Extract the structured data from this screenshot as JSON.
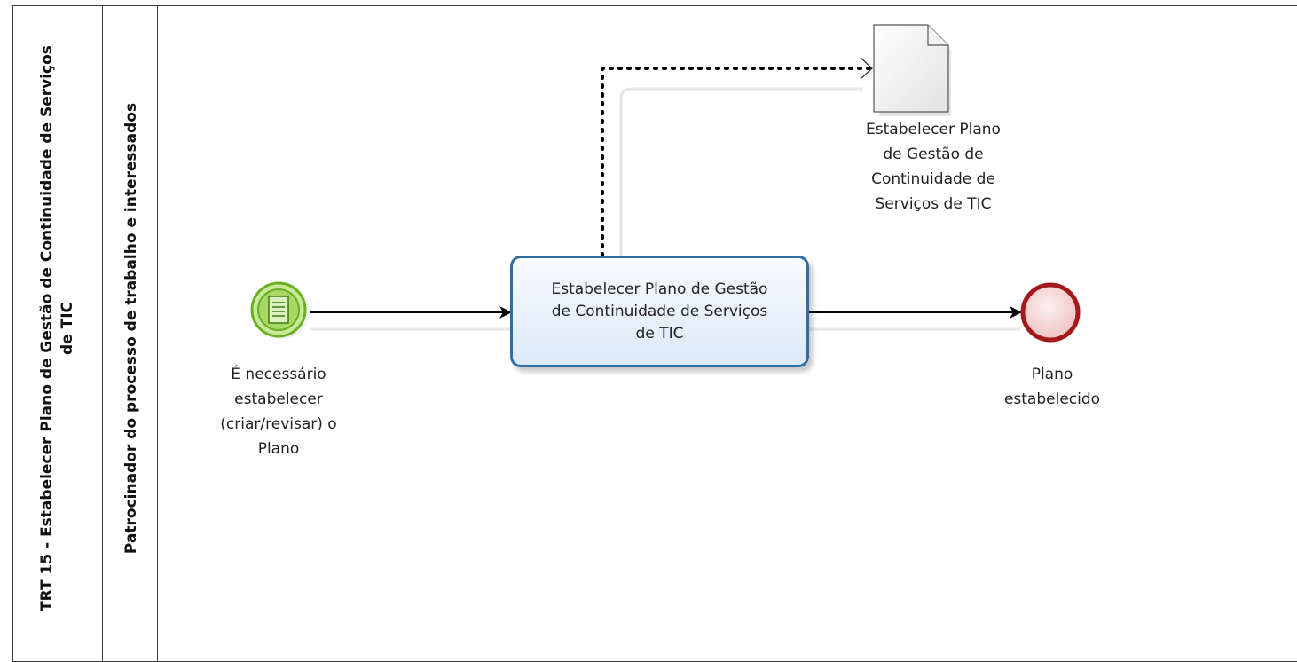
{
  "pool": {
    "title_line1": "TRT 15 - Estabelecer Plano de Gestão de  Continuidade de Serviços",
    "title_line2": "de TIC"
  },
  "lane": {
    "title": "Patrocinador do processo de trabalho e interessados"
  },
  "start_event": {
    "label_lines": [
      "É necessário",
      "estabelecer",
      "(criar/revisar) o",
      "Plano"
    ]
  },
  "task": {
    "label_lines": [
      "Estabelecer Plano de Gestão",
      "de  Continuidade de Serviços",
      "de TIC"
    ]
  },
  "data_object": {
    "label_lines": [
      "Estabelecer Plano",
      "de Gestão de",
      "Continuidade de",
      "Serviços de TIC"
    ]
  },
  "end_event": {
    "label_lines": [
      "Plano",
      "estabelecido"
    ]
  },
  "colors": {
    "start_fill": "#b9e07a",
    "start_stroke": "#6ab023",
    "end_fill": "#f6dada",
    "end_stroke": "#a41a1a",
    "task_stroke": "#2f6ea5"
  },
  "icons": {
    "start_event": "message-icon",
    "data_object": "document-icon"
  }
}
